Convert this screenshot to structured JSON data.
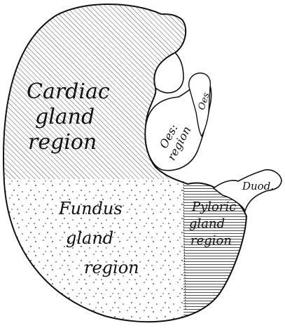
{
  "labels": {
    "cardiac": [
      "Cardiac",
      "gland",
      "region"
    ],
    "fundus": [
      "Fundus",
      "gland",
      "region"
    ],
    "pyloric": [
      "Pyloric",
      "gland",
      "region"
    ],
    "oes_region": [
      "Oes:",
      "region"
    ],
    "oes": "Oes",
    "duod": "Duod."
  }
}
